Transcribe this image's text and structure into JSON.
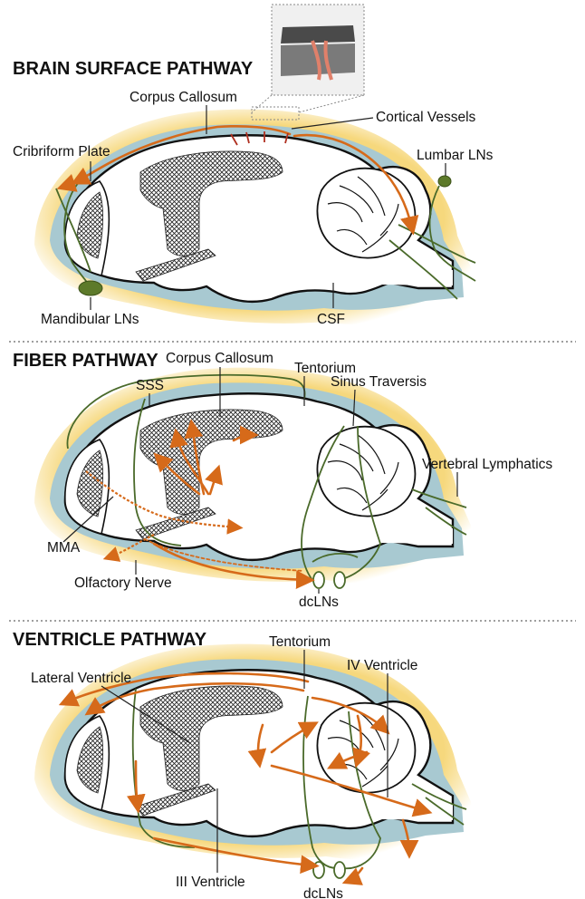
{
  "panels": [
    {
      "heading": "BRAIN SURFACE PATHWAY",
      "labels": {
        "corpus_callosum": "Corpus Callosum",
        "cortical_vessels": "Cortical Vessels",
        "cribriform_plate": "Cribriform Plate",
        "lumbar_lns": "Lumbar LNs",
        "mandibular_lns": "Mandibular LNs",
        "csf": "CSF"
      }
    },
    {
      "heading": "FIBER PATHWAY",
      "labels": {
        "corpus_callosum": "Corpus Callosum",
        "sss": "SSS",
        "tentorium": "Tentorium",
        "sinus_traversis": "Sinus Traversis",
        "vertebral_lymphatics": "Vertebral Lymphatics",
        "mma": "MMA",
        "olfactory_nerve": "Olfactory Nerve",
        "dclns": "dcLNs"
      }
    },
    {
      "heading": "VENTRICLE PATHWAY",
      "labels": {
        "tentorium": "Tentorium",
        "iv_ventricle": "IV Ventricle",
        "lateral_ventricle": "Lateral Ventricle",
        "iii_ventricle": "III Ventricle",
        "dclns": "dcLNs"
      }
    }
  ],
  "colors": {
    "csf": "#a8c9d1",
    "halo": "#f6d676",
    "flow_arrow": "#d66a1a",
    "lymphatic": "#4a6a2a",
    "lymph_node": "#5d7a2a"
  },
  "icons": {
    "inset": "cortex-cross-section-icon"
  }
}
